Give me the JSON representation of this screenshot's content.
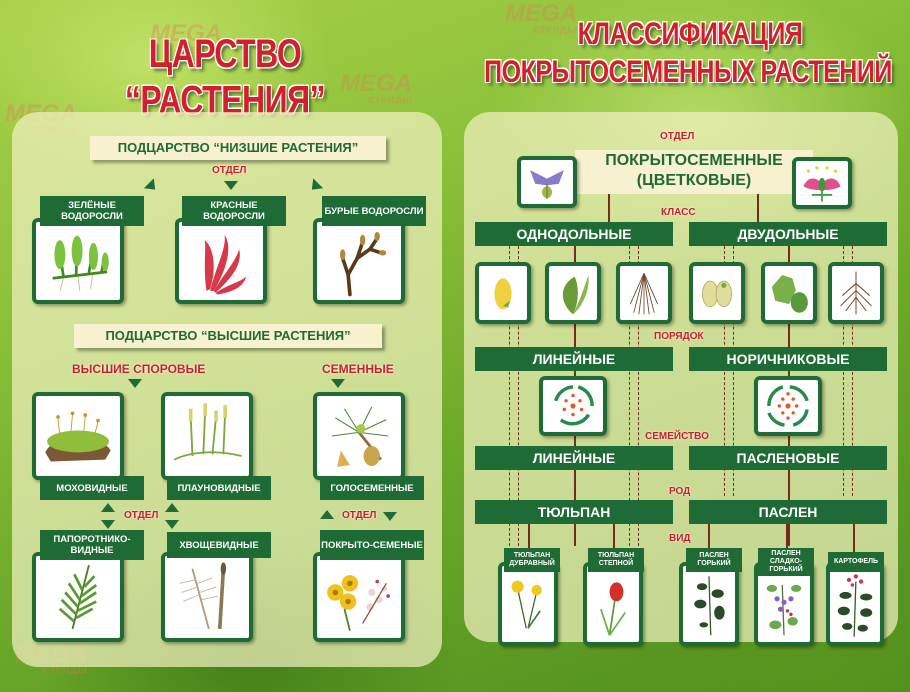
{
  "titles": {
    "left": "ЦАРСТВО “РАСТЕНИЯ”",
    "right_line1": "КЛАССИФИКАЦИЯ",
    "right_line2": "ПОКРЫТОСЕМЕННЫХ РАСТЕНИЙ"
  },
  "watermark": {
    "brand": "MEGA",
    "sub": "стенды"
  },
  "left_panel": {
    "lower_plants": {
      "header": "ПОДЦАРСТВО “НИЗШИЕ РАСТЕНИЯ”",
      "division_label": "ОТДЕЛ",
      "items": [
        {
          "label": "ЗЕЛЁНЫЕ ВОДОРОСЛИ",
          "icon": "green-algae-illustration"
        },
        {
          "label": "КРАСНЫЕ ВОДОРОСЛИ",
          "icon": "red-algae-illustration"
        },
        {
          "label": "БУРЫЕ ВОДОРОСЛИ",
          "icon": "brown-algae-illustration"
        }
      ]
    },
    "higher_plants": {
      "header": "ПОДЦАРСТВО “ВЫСШИЕ РАСТЕНИЯ”",
      "group_spore": "ВЫСШИЕ СПОРОВЫЕ",
      "group_seed": "СЕМЕННЫЕ",
      "division_label_1": "ОТДЕЛ",
      "division_label_2": "ОТДЕЛ",
      "items": [
        {
          "label": "МОХОВИДНЫЕ",
          "icon": "moss-illustration"
        },
        {
          "label": "ПЛАУНОВИДНЫЕ",
          "icon": "clubmoss-illustration"
        },
        {
          "label": "ГОЛОСЕМЕННЫЕ",
          "icon": "pine-illustration"
        },
        {
          "label": "ПАПОРОТНИКО-ВИДНЫЕ",
          "icon": "fern-illustration"
        },
        {
          "label": "ХВОЩЕВИДНЫЕ",
          "icon": "horsetail-illustration"
        },
        {
          "label": "ПОКРЫТО-СЕМЕНЫЕ",
          "icon": "flowering-plant-illustration"
        }
      ]
    }
  },
  "right_panel": {
    "division_label": "ОТДЕЛ",
    "division_name_1": "ПОКРЫТОСЕМЕННЫЕ",
    "division_name_2": "(ЦВЕТКОВЫЕ)",
    "class_label": "КЛАСС",
    "classes": [
      "ОДНОДОЛЬНЫЕ",
      "ДВУДОЛЬНЫЕ"
    ],
    "class_images": [
      "monocot-seed-icon",
      "monocot-leaf-icon",
      "fibrous-root-icon",
      "dicot-seed-icon",
      "dicot-leaf-icon",
      "taproot-icon"
    ],
    "order_label": "ПОРЯДОК",
    "orders": [
      "ЛИНЕЙНЫЕ",
      "НОРИЧНИКОВЫЕ"
    ],
    "family_label": "СЕМЕЙСТВО",
    "families": [
      "ЛИНЕЙНЫЕ",
      "ПАСЛЕНОВЫЕ"
    ],
    "genus_label": "РОД",
    "genera": [
      "ТЮЛЬПАН",
      "ПАСЛЕН"
    ],
    "species_label": "ВИД",
    "species": [
      {
        "label": "ТЮЛЬПАН ДУБРАВНЫЙ",
        "icon": "yellow-tulip-illustration"
      },
      {
        "label": "ТЮЛЬПАН СТЕПНОЙ",
        "icon": "red-tulip-illustration"
      },
      {
        "label": "ПАСЛЕН ГОРЬКИЙ",
        "icon": "nightshade-illustration"
      },
      {
        "label": "ПАСЛЕН СЛАДКО-ГОРЬКИЙ",
        "icon": "bittersweet-illustration"
      },
      {
        "label": "КАРТОФЕЛЬ",
        "icon": "potato-plant-illustration"
      }
    ]
  },
  "colors": {
    "title_red": "#d21f2b",
    "tag_green": "#1f6b35",
    "label_red": "#c8202a",
    "header_bg": "#f7f1cf"
  }
}
